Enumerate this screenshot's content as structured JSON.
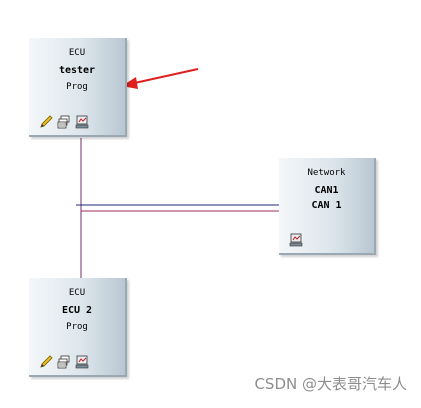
{
  "nodes": {
    "tester": {
      "line1": "ECU",
      "line2": "tester",
      "line3": "Prog"
    },
    "network": {
      "line1": "Network",
      "line2": "CAN1",
      "line3": "CAN 1"
    },
    "ecu2": {
      "line1": "ECU",
      "line2": "ECU 2",
      "line3": "Prog"
    }
  },
  "icons": {
    "edit": "pencil-icon",
    "stack": "stack-icon",
    "hardware": "hardware-icon"
  },
  "colors": {
    "bus_dark": "#1f2a7a",
    "bus_red": "#a0285a",
    "stub": "#6d2f6d",
    "arrow": "#e02020"
  },
  "watermark": "CSDN @大表哥汽车人"
}
